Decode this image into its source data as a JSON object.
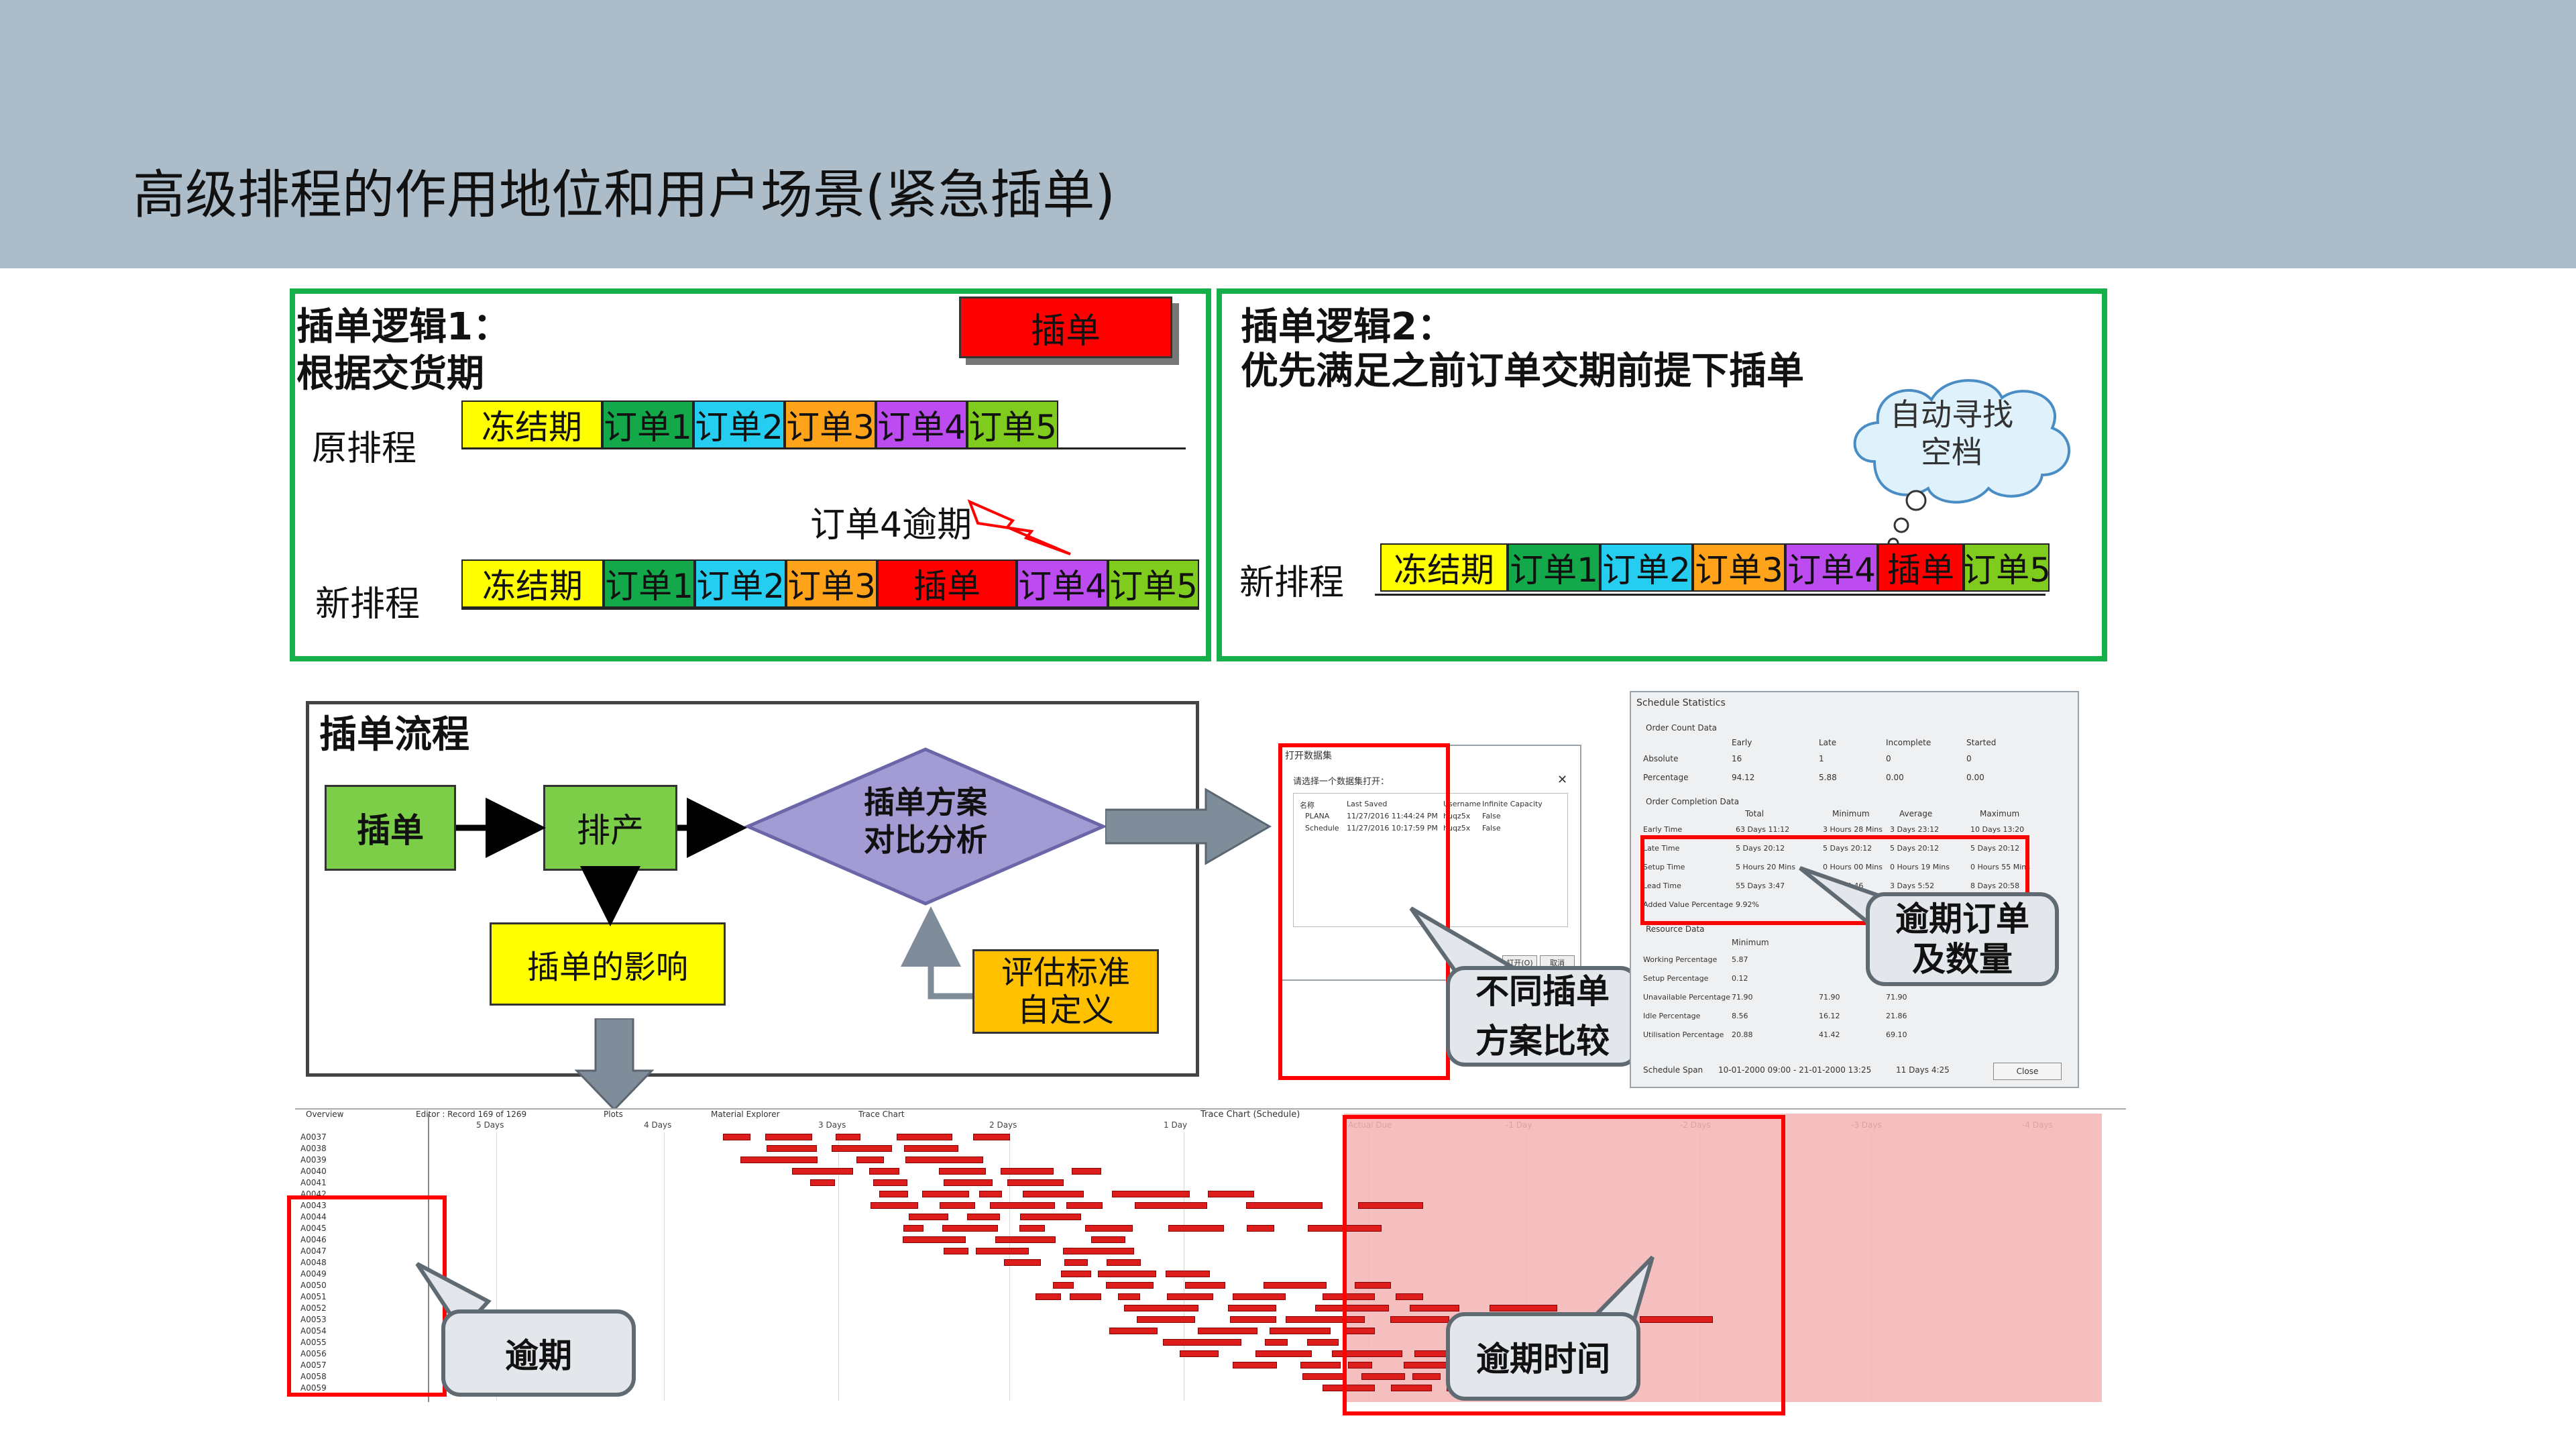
{
  "title": "高级排程的作用地位和用户场景(紧急插单)",
  "colors": {
    "freeze": "#ffff00",
    "o1": "#13a849",
    "o2": "#25cef0",
    "o3": "#ffa31a",
    "o4": "#bd4cf0",
    "o5": "#7fcc1e",
    "insert": "#ff0000",
    "panel_border": "#16b04a",
    "header_bg": "#adbcc9"
  },
  "panel1": {
    "heading_line1": "插单逻辑1：",
    "heading_line2": "根据交货期",
    "insert_tag": "插单",
    "original_label": "原排程",
    "new_label": "新排程",
    "late_label": "订单4逾期",
    "original_row": [
      "冻结期",
      "订单1",
      "订单2",
      "订单3",
      "订单4",
      "订单5"
    ],
    "new_row": [
      "冻结期",
      "订单1",
      "订单2",
      "订单3",
      "插单",
      "订单4",
      "订单5"
    ]
  },
  "panel2": {
    "heading_line1": "插单逻辑2：",
    "heading_line2": "优先满足之前订单交期前提下插单",
    "cloud_text": "自动寻找\n空档",
    "new_label": "新排程",
    "row": [
      "冻结期",
      "订单1",
      "订单2",
      "订单3",
      "订单4",
      "插单",
      "订单5"
    ]
  },
  "flow": {
    "heading": "插单流程",
    "start": "插单",
    "schedule": "排产",
    "impact": "插单的影响",
    "compare": "插单方案\n对比分析",
    "criteria": "评估标准\n自定义"
  },
  "dialog_open": {
    "title": "打开数据集",
    "prompt": "请选择一个数据集打开：",
    "columns": [
      "名称",
      "Last Saved",
      "Username",
      "Infinite Capacity"
    ],
    "rows": [
      [
        "PLANA",
        "11/27/2016 11:44:24 PM",
        "huqz5x",
        "False"
      ],
      [
        "Schedule",
        "11/27/2016 10:17:59 PM",
        "huqz5x",
        "False"
      ]
    ],
    "ok": "打开(O)",
    "cancel": "取消"
  },
  "stats": {
    "title": "Schedule Statistics",
    "order_count_header": "Order Count Data",
    "order_count_cols": [
      "Early",
      "Late",
      "Incomplete",
      "Started"
    ],
    "order_count_rows": [
      [
        "Absolute",
        "16",
        "1",
        "0",
        "0"
      ],
      [
        "Percentage",
        "94.12",
        "5.88",
        "0.00",
        "0.00"
      ]
    ],
    "completion_header": "Order Completion Data",
    "completion_cols": [
      "Total",
      "Minimum",
      "Average",
      "Maximum"
    ],
    "completion_rows": [
      [
        "Early Time",
        "63 Days 11:12",
        "3 Hours 28 Mins",
        "3 Days 23:12",
        "10 Days 13:20"
      ],
      [
        "Late Time",
        "5 Days 20:12",
        "5 Days 20:12",
        "5 Days 20:12",
        "5 Days 20:12"
      ],
      [
        "Setup Time",
        "5 Hours 20 Mins",
        "0 Hours 00 Mins",
        "0 Hours 19 Mins",
        "0 Hours 55 Mins"
      ],
      [
        "Lead Time",
        "55 Days 3:47",
        "1 Day 4:46",
        "3 Days 5:52",
        "8 Days 20:58"
      ],
      [
        "Added Value Percentage",
        "9.92%",
        "",
        "",
        ""
      ]
    ],
    "resource_header": "Resource Data",
    "resource_cols": [
      "Minimum"
    ],
    "resource_rows": [
      [
        "Working Percentage",
        "5.87",
        "",
        "",
        ""
      ],
      [
        "Setup Percentage",
        "0.12",
        "",
        "",
        ""
      ],
      [
        "Unavailable Percentage",
        "71.90",
        "71.90",
        "71.90",
        ""
      ],
      [
        "Idle Percentage",
        "8.56",
        "16.12",
        "21.86",
        ""
      ],
      [
        "Utilisation Percentage",
        "20.88",
        "41.42",
        "69.10",
        ""
      ]
    ],
    "span_label": "Schedule Span",
    "span_value": "10-01-2000 09:00 - 21-01-2000 13:25",
    "span_days": "11 Days 4:25",
    "close": "Close"
  },
  "callouts": {
    "compare": "不同插单\n方案比较",
    "late_orders": "逾期订单\n及数量",
    "late": "逾期",
    "late_time": "逾期时间"
  },
  "gantt": {
    "tabs": [
      "Overview",
      "Editor : Record 169 of 1269",
      "Plots",
      "Material Explorer",
      "Trace Chart"
    ],
    "chart_title": "Trace Chart (Schedule)",
    "time_labels": [
      "5 Days",
      "4 Days",
      "3 Days",
      "2 Days",
      "1 Day",
      "Actual Due",
      "-1 Day",
      "-2 Days",
      "-3 Days",
      "-4 Days"
    ],
    "rows": [
      "A0037",
      "A0038",
      "A0039",
      "A0040",
      "A0041",
      "A0042",
      "A0043",
      "A0044",
      "A0045",
      "A0046",
      "A0047",
      "A0048",
      "A0049",
      "A0050",
      "A0051",
      "A0052",
      "A0053",
      "A0054",
      "A0055",
      "A0056",
      "A0057",
      "A0058",
      "A0059"
    ]
  }
}
